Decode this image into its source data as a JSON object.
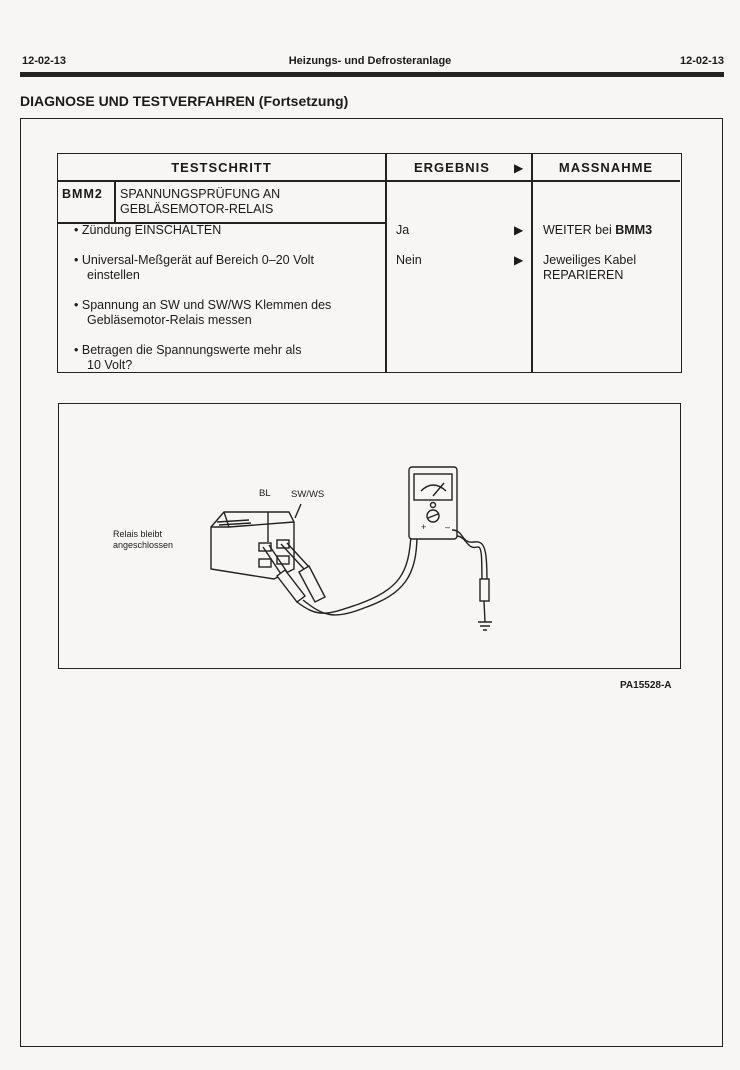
{
  "header": {
    "left": "12-02-13",
    "center": "Heizungs- und Defrosteranlage",
    "right": "12-02-13"
  },
  "section_title": "DIAGNOSE UND TESTVERFAHREN (Fortsetzung)",
  "table": {
    "col_testschritt": "TESTSCHRITT",
    "col_ergebnis": "ERGEBNIS",
    "col_massnahme": "MASSNAHME",
    "step_id": "BMM2",
    "step_title_1": "SPANNUNGSPRÜFUNG AN",
    "step_title_2": "GEBLÄSEMOTOR-RELAIS",
    "steps": [
      {
        "l1": "Zündung EINSCHALTEN",
        "l2": ""
      },
      {
        "l1": "Universal-Meßgerät auf Bereich 0–20 Volt",
        "l2": "einstellen"
      },
      {
        "l1": "Spannung an SW und SW/WS Klemmen des",
        "l2": "Gebläsemotor-Relais messen"
      },
      {
        "l1": "Betragen die Spannungswerte mehr als",
        "l2": "10 Volt?"
      }
    ],
    "results": [
      {
        "result": "Ja",
        "action_1": "WEITER bei ",
        "action_bold": "BMM3",
        "action_2": ""
      },
      {
        "result": "Nein",
        "action_1": "Jeweiliges Kabel",
        "action_bold": "",
        "action_2": "REPARIEREN"
      }
    ]
  },
  "figure": {
    "label_bl": "BL",
    "label_swws": "SW/WS",
    "note_1": "Relais bleibt",
    "note_2": "angeschlossen",
    "figure_id": "PA15528-A"
  }
}
